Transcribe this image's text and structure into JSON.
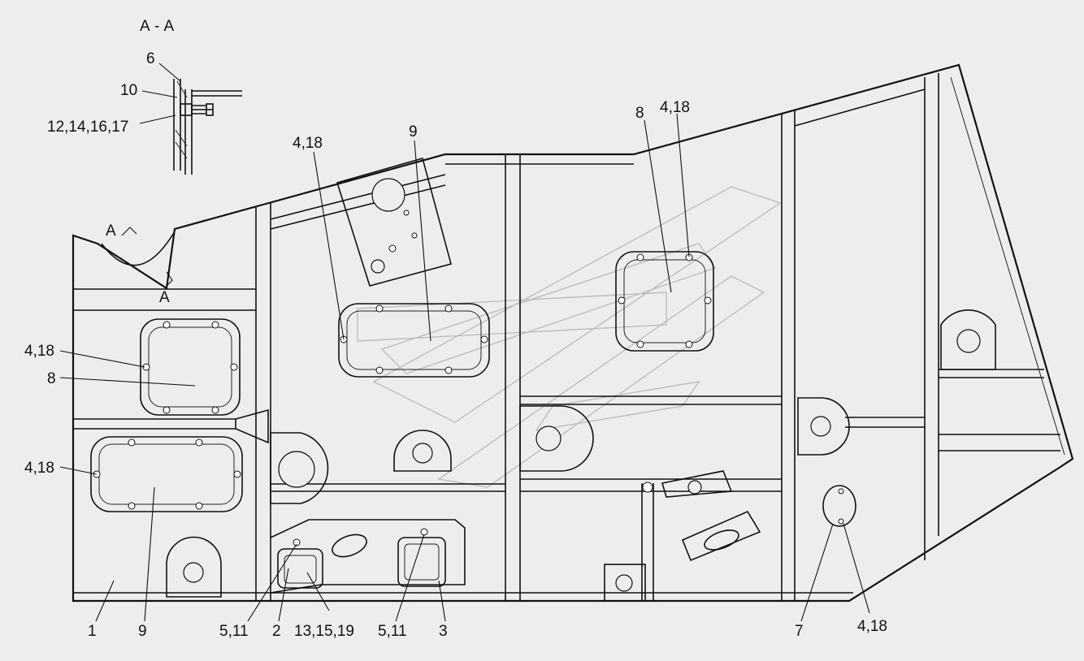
{
  "section_title": "А - А",
  "section_labels": {
    "l6": "6",
    "l10": "10",
    "l12": "12,14,16,17"
  },
  "section_marks": {
    "a1": "А",
    "a2": "А"
  },
  "callouts": {
    "c1": "1",
    "c2": "2",
    "c3": "3",
    "c7": "7",
    "c8_left": "8",
    "c8_right": "8",
    "c9_left": "9",
    "c9_center": "9",
    "c418_left_top": "4,18",
    "c418_left_bottom": "4,18",
    "c418_center": "4,18",
    "c418_right": "4,18",
    "c418_bottom_right": "4,18",
    "c511_a": "5,11",
    "c511_b": "5,11",
    "c131519": "13,15,19"
  }
}
